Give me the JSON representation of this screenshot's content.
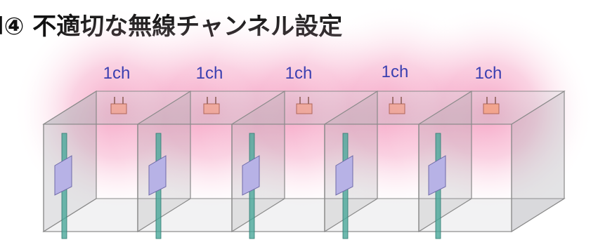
{
  "slide": {
    "title": "l④ 不適切な無線チャンネル設定"
  },
  "access_points": [
    {
      "channel_label": "1ch"
    },
    {
      "channel_label": "1ch"
    },
    {
      "channel_label": "1ch"
    },
    {
      "channel_label": "1ch"
    },
    {
      "channel_label": "1ch"
    }
  ],
  "colors": {
    "channel_text": "#3a3fb0",
    "interference_glow": "#f06aa0",
    "room_glass": "#8a8a8a",
    "router_body": "#f2a38a",
    "door_panel": "#b7b2e6",
    "pole": "#4aa89a"
  }
}
